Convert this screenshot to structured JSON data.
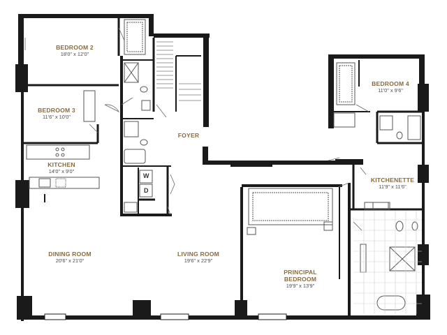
{
  "rooms": {
    "bedroom2": {
      "name": "BEDROOM 2",
      "dims": "18'0\" x 12'0\""
    },
    "bedroom3": {
      "name": "BEDROOM 3",
      "dims": "11'6\" x 10'0\""
    },
    "kitchen": {
      "name": "KITCHEN",
      "dims": "14'0\" x 9'0\""
    },
    "dining": {
      "name": "DINING ROOM",
      "dims": "20'6\" x 21'0\""
    },
    "living": {
      "name": "LIVING ROOM",
      "dims": "19'6\" x 22'9\""
    },
    "foyer": {
      "name": "FOYER"
    },
    "bedroom4": {
      "name": "BEDROOM 4",
      "dims": "11'0\" x 9'6\""
    },
    "kitchenette": {
      "name": "KITCHENETTE",
      "dims": "11'9\" x 11'6\""
    },
    "principal": {
      "name": "PRINCIPAL",
      "name2": "BEDROOM",
      "dims": "19'9\" x 13'9\""
    }
  },
  "laundry": {
    "washer": "W",
    "dryer": "D"
  },
  "colors": {
    "wall": "#1a1a1a",
    "label": "#8a6a3a",
    "dims": "#4a4a4a",
    "fixture": "#555555",
    "tile": "#cfcfcf"
  }
}
